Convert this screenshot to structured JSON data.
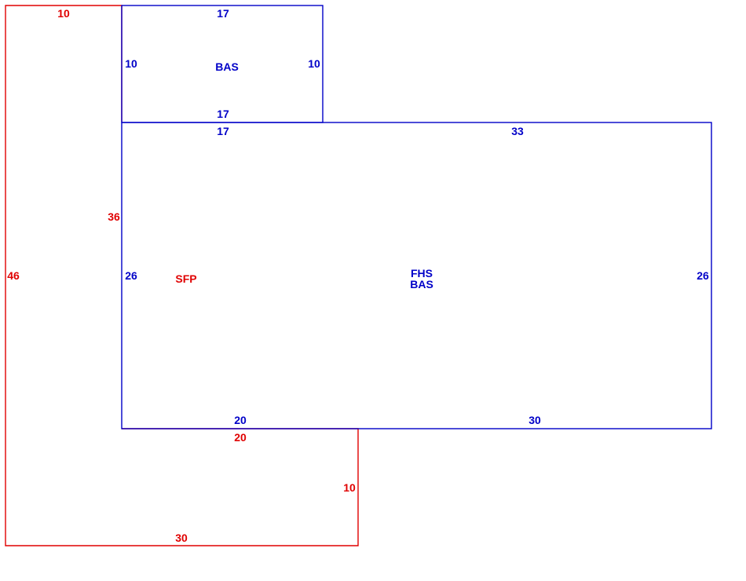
{
  "colors": {
    "blue": "#0000c8",
    "red": "#e00000",
    "background": "#ffffff"
  },
  "dimensions": {
    "bas_small_top": "17",
    "bas_small_left": "10",
    "bas_small_right": "10",
    "bas_small_bottom": "17",
    "main_top_left": "17",
    "main_top_right": "33",
    "main_left": "26",
    "main_right": "26",
    "main_bottom_left": "20",
    "main_bottom_right": "30",
    "sfp_top": "10",
    "sfp_inner_left": "36",
    "sfp_outer_left": "46",
    "sfp_bottom_inner": "20",
    "sfp_right": "10",
    "sfp_bottom": "30"
  },
  "areas": {
    "bas_small": "BAS",
    "main_upper": "FHS",
    "main_lower": "BAS",
    "sfp": "SFP"
  }
}
